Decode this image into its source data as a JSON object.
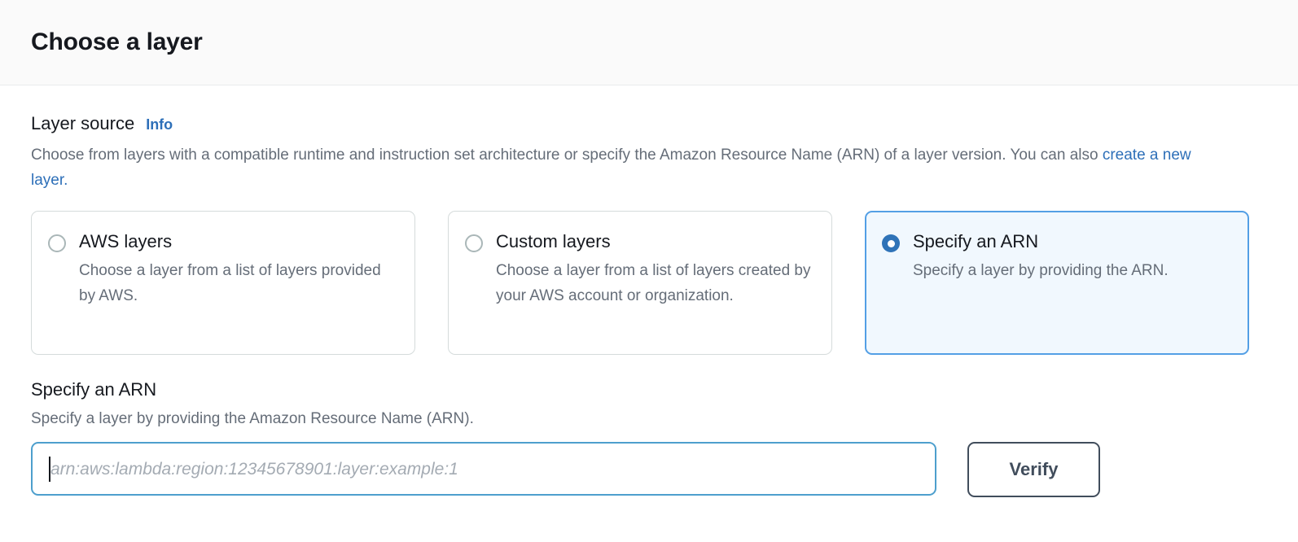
{
  "header": {
    "title": "Choose a layer"
  },
  "layer_source": {
    "label": "Layer source",
    "info_link": "Info",
    "description_before": "Choose from layers with a compatible runtime and instruction set architecture or specify the Amazon Resource Name (ARN) of a layer version. You can also ",
    "description_link": "create a new layer.",
    "options": [
      {
        "label": "AWS layers",
        "description": "Choose a layer from a list of layers provided by AWS.",
        "selected": false
      },
      {
        "label": "Custom layers",
        "description": "Choose a layer from a list of layers created by your AWS account or organization.",
        "selected": false
      },
      {
        "label": "Specify an ARN",
        "description": "Specify a layer by providing the ARN.",
        "selected": true
      }
    ]
  },
  "arn_section": {
    "label": "Specify an ARN",
    "description": "Specify a layer by providing the Amazon Resource Name (ARN).",
    "input": {
      "value": "",
      "placeholder": "arn:aws:lambda:region:12345678901:layer:example:1"
    },
    "verify_label": "Verify"
  },
  "colors": {
    "accent_blue": "#2d6fb8",
    "selected_border": "#539fe5",
    "selected_background": "#f1f8fe",
    "input_focus_border": "#4d9fcd",
    "button_border": "#414d5c",
    "text_primary": "#16191f",
    "text_secondary": "#656d78"
  }
}
